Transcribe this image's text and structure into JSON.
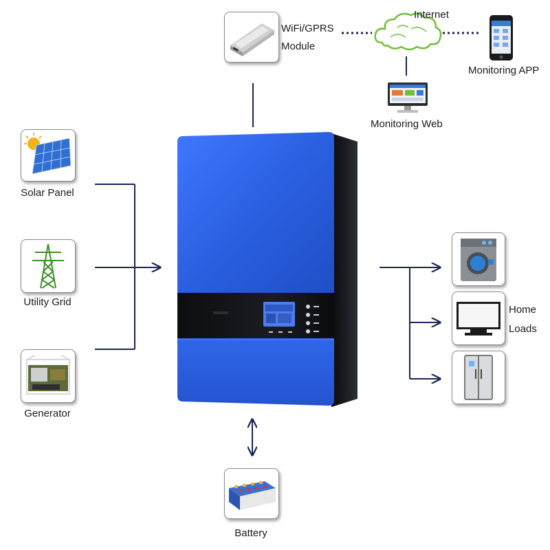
{
  "sources": {
    "solar": "Solar Panel",
    "grid": "Utility Grid",
    "generator": "Generator"
  },
  "comm": {
    "module_line1": "WiFi/GPRS",
    "module_line2": "Module",
    "internet": "Internet",
    "app": "Monitoring APP",
    "web": "Monitoring Web"
  },
  "loads": {
    "line1": "Home",
    "line2": "Loads"
  },
  "battery": "Battery",
  "colors": {
    "inverter_blue": "#2a5fe0",
    "inverter_dark": "#121418",
    "line": "#1c2452",
    "cloud": "#6fbf3a",
    "lcd": "#4d7df0"
  }
}
